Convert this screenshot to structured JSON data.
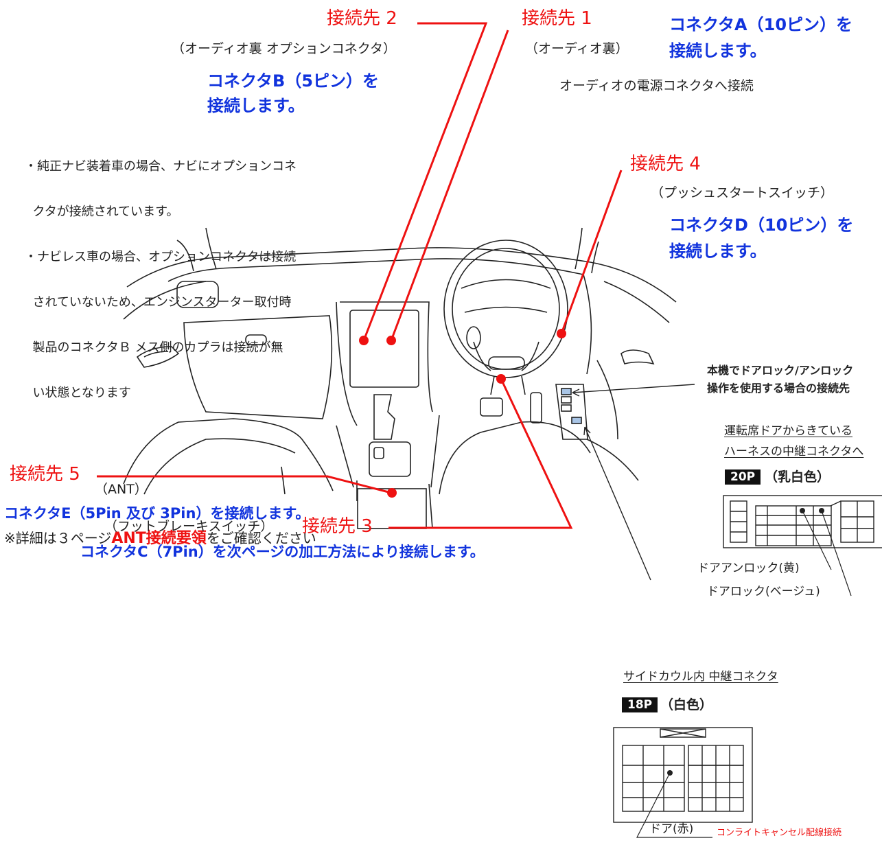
{
  "labels": {
    "conn1": "接続先 1",
    "conn1_loc": "（オーディオ裏）",
    "conn1_desc": "オーディオの電源コネクタへ接続",
    "conn1_instr_l1": "コネクタA（10ピン）を",
    "conn1_instr_l2": "接続します。",
    "conn2": "接続先 2",
    "conn2_loc": "（オーディオ裏 オプションコネクタ）",
    "conn2_instr_l1": "コネクタB（5ピン）を",
    "conn2_instr_l2": "接続します。",
    "conn3": "接続先 3",
    "conn3_loc": "（フットブレーキスイッチ）",
    "conn3_instr": "コネクタC（7Pin）を次ページの加工方法により接続します。",
    "conn4": "接続先 4",
    "conn4_loc": "（プッシュスタートスイッチ）",
    "conn4_instr_l1": "コネクタD（10ピン）を",
    "conn4_instr_l2": "接続します。",
    "conn5": "接続先 5",
    "conn5_loc": "（ANT）",
    "conn5_instr": "コネクタE（5Pin 及び 3Pin）を接続します。",
    "conn5_note_pre": "※詳細は３ページ",
    "conn5_note_em": "ANT接続要領",
    "conn5_note_post": "をご確認ください"
  },
  "notes": [
    "・純正ナビ装着車の場合、ナビにオプションコネ",
    "  クタが接続されています。",
    "・ナビレス車の場合、オプションコネクタは接続",
    "  されていないため、エンジンスターター取付時",
    "  製品のコネクタＢ メス側のカプラは接続が無",
    "  い状態となります"
  ],
  "door": {
    "title_l1": "本機でドアロック/アンロック",
    "title_l2": "操作を使用する場合の接続先",
    "harness_l1": "運転席ドアからきている",
    "harness_l2": "ハーネスの中継コネクタへ",
    "badge20": "20P",
    "color20": "（乳白色）",
    "unlock": "ドアアンロック(黄)",
    "lock": "ドアロック(ベージュ)"
  },
  "cowl": {
    "title": "サイドカウル内 中継コネクタ",
    "badge18": "18P",
    "color18": "（白色）",
    "door_red": "ドア(赤)",
    "courtesy": "コンライトキャンセル配線接続"
  },
  "colors": {
    "red": "#ee1111",
    "blue": "#1133dd",
    "line": "#222222"
  }
}
